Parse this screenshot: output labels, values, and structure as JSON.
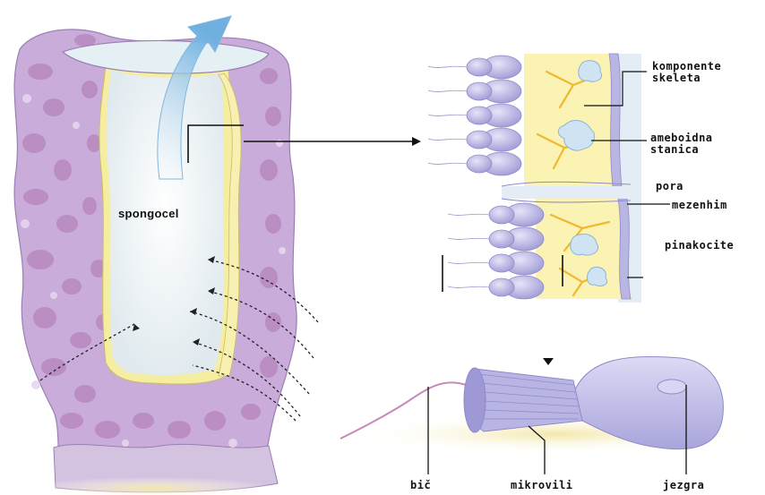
{
  "labels": {
    "spongocel": "spongocel",
    "komponente_skeleta": "komponente\nskeleta",
    "ameboidna_stanica": "ameboidna\nstanica",
    "pora": "pora",
    "mezenhim": "mezenhim",
    "pinakocite": "pinakocite",
    "bic": "bič",
    "mikrovili": "mikrovili",
    "jezgra": "jezgra"
  },
  "colors": {
    "sponge_body": "#c9acd9",
    "sponge_spots": "#b888c0",
    "lining": "#f5eda0",
    "cavity": "#eef4f7",
    "current_arrow": "#8cc4e8",
    "cell": "#b9b6e3",
    "mesohyl": "#fbf3b4",
    "skeleton": "#f0c040",
    "water_panel": "#e4ecf6"
  }
}
